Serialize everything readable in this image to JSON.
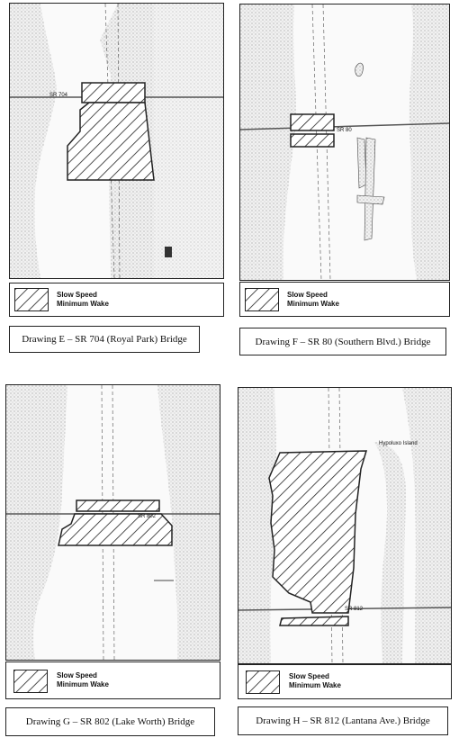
{
  "legend": {
    "line1": "Slow Speed",
    "line2": "Minimum Wake"
  },
  "colors": {
    "ink": "#222222",
    "land_stipple": "#c9c9c9",
    "water": "#fafafa"
  },
  "drawings": [
    {
      "id": "E",
      "caption": "Drawing E – SR 704 (Royal Park) Bridge",
      "road_label": "SR 704"
    },
    {
      "id": "F",
      "caption": "Drawing F – SR 80 (Southern Blvd.) Bridge",
      "road_label": "SR 80"
    },
    {
      "id": "G",
      "caption": "Drawing G – SR 802 (Lake Worth) Bridge",
      "road_label": "SR 802"
    },
    {
      "id": "H",
      "caption": "Drawing H – SR 812 (Lantana Ave.) Bridge",
      "road_label": "SR 812",
      "place_label": "Hypoluxo Island"
    }
  ]
}
